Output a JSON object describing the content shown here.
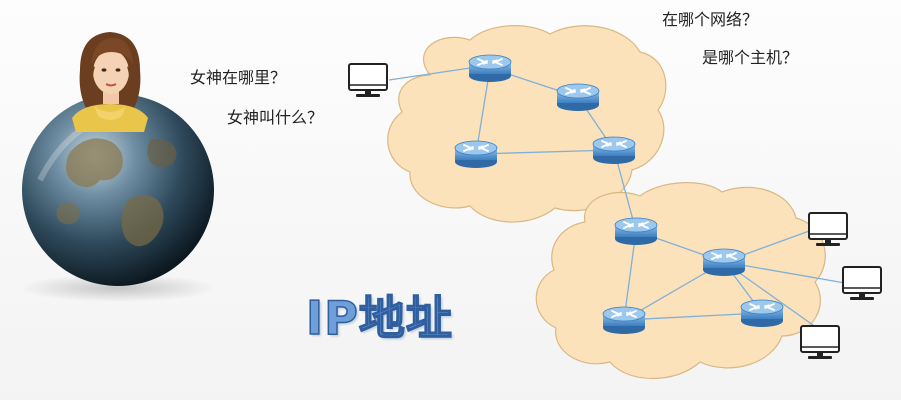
{
  "questions": {
    "where": "女神在哪里？",
    "name": "女神叫什么？",
    "network": "在哪个网络？",
    "host": "是哪个主机？"
  },
  "title": "IP地址",
  "icons": {
    "person": "woman-avatar-icon",
    "globe": "globe-icon",
    "router": "router-icon",
    "computer": "computer-monitor-icon"
  },
  "colors": {
    "cloud_fill": "#fbe2bb",
    "cloud_stroke": "#d9b884",
    "router_fill": "#5b9bd5",
    "link": "#7fb0d8",
    "title_fill": "#6f9fd8",
    "title_stroke": "#2f5f9e"
  }
}
